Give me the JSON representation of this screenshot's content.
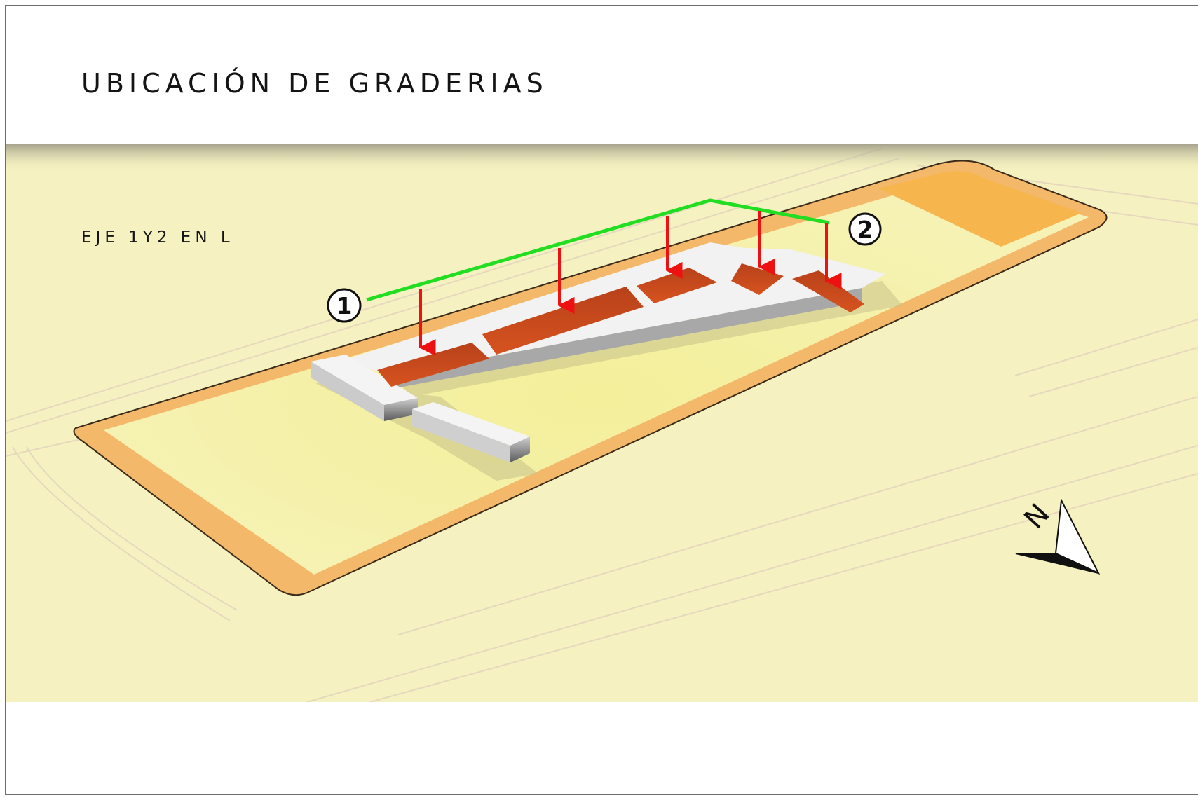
{
  "header": {
    "title": "UBICACIÓN DE GRADERIAS"
  },
  "diagram": {
    "subtitle": "EJE 1Y2 EN L",
    "axis_markers": [
      "1",
      "2"
    ],
    "north_label": "N"
  },
  "colors": {
    "ground": "#f5f1c0",
    "field": "#f4f0a4",
    "site_border": "#f3b86a",
    "orange_zone": "#f7b64d",
    "grandstand": "#cd4a1f",
    "building_top": "#f1f1f1",
    "axis_line": "#22dd22",
    "arrow": "#ee1111"
  },
  "icons": {
    "compass": "north-arrow-icon"
  }
}
